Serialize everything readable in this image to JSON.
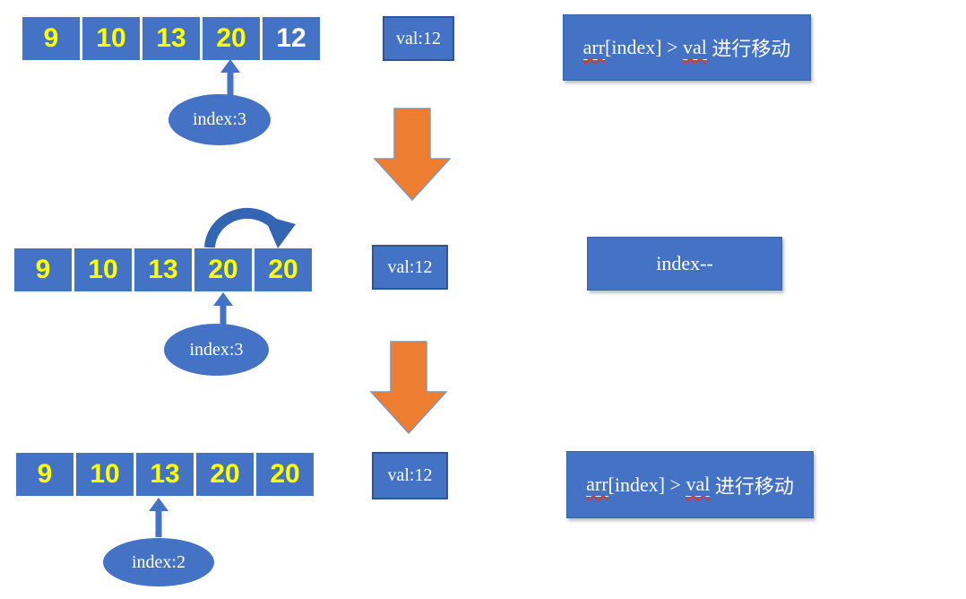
{
  "palette": {
    "shape_blue": "#4472C4",
    "shape_border_blue": "#2F5597",
    "number_yellow": "#FFFF00",
    "number_white": "#FFFFFF",
    "arrow_orange": "#ED7D31",
    "arrow_orange_border": "#8496B0",
    "curved_arrow_blue": "#3465B2",
    "spellcheck_red": "#D83A2E"
  },
  "steps": [
    {
      "cells": [
        "9",
        "10",
        "13",
        "20",
        "12"
      ],
      "pointer_label": "index:3",
      "val_label": "val:12",
      "note_parts": {
        "arr": "arr",
        "mid": "[index] > ",
        "val": "val",
        "cn": " 进行移动"
      }
    },
    {
      "cells": [
        "9",
        "10",
        "13",
        "20",
        "20"
      ],
      "pointer_label": "index:3",
      "val_label": "val:12",
      "note_label": "index--"
    },
    {
      "cells": [
        "9",
        "10",
        "13",
        "20",
        "20"
      ],
      "pointer_label": "index:2",
      "val_label": "val:12",
      "note_parts": {
        "arr": "arr",
        "mid": "[index] > ",
        "val": "val",
        "cn": " 进行移动"
      }
    }
  ]
}
